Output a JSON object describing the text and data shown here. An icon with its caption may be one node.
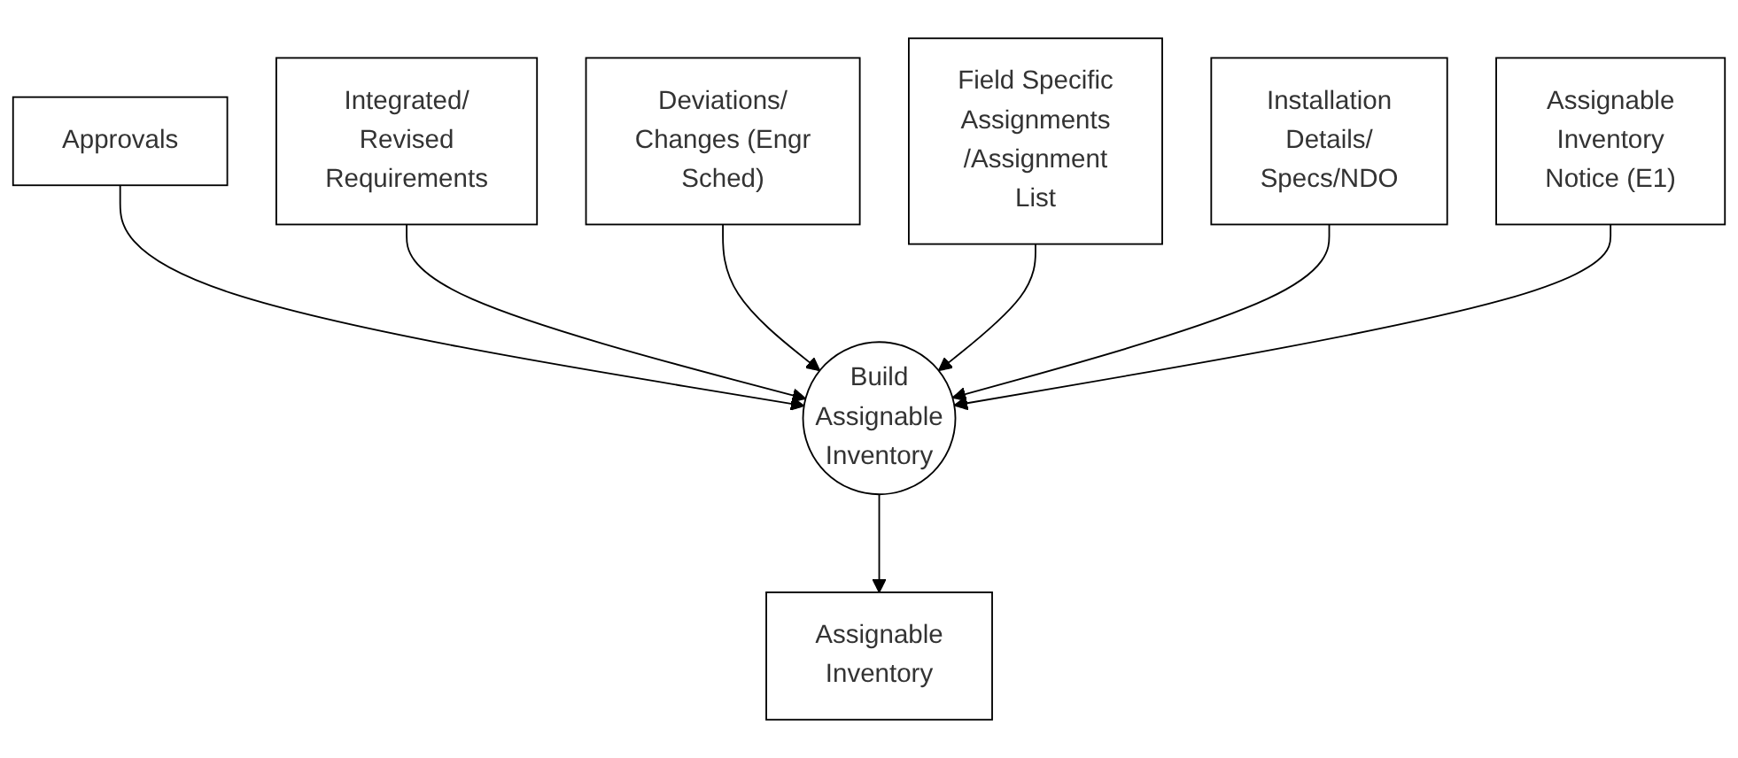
{
  "diagram": {
    "nodes": [
      {
        "text": [
          "Approvals"
        ]
      },
      {
        "text": [
          "Integrated/ Revised Requirements"
        ]
      },
      {
        "text": [
          "Deviations/ Changes (Engr Sched)"
        ]
      },
      {
        "text": [
          "Field Specific Assignments /Assignment List"
        ]
      },
      {
        "text": [
          "Installation Details/ Specs/NDO"
        ]
      },
      {
        "text": [
          "Assignable Inventory Notice (E1)"
        ]
      },
      {
        "text": [
          "Build Assignable Inventory"
        ]
      },
      {
        "text": [
          "Assignable Inventory"
        ]
      }
    ],
    "edges": [
      {
        "from": 0,
        "to": 6,
        "arrow": "to"
      },
      {
        "from": 1,
        "to": 6,
        "arrow": "to"
      },
      {
        "from": 2,
        "to": 6,
        "arrow": "to"
      },
      {
        "from": 3,
        "to": 6,
        "arrow": "to"
      },
      {
        "from": 4,
        "to": 6,
        "arrow": "to"
      },
      {
        "from": 5,
        "to": 6,
        "arrow": "to"
      },
      {
        "from": 6,
        "to": 7,
        "arrow": "to"
      }
    ]
  }
}
